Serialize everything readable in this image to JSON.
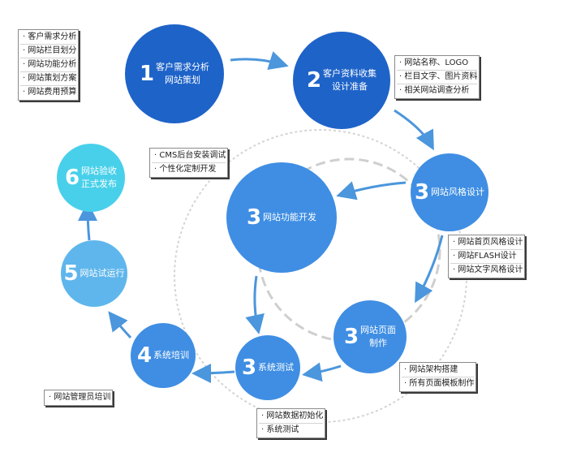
{
  "colors": {
    "dark_blue": "#1e63c8",
    "mid_blue": "#3f8ee3",
    "light_blue": "#5fb6ec",
    "cyan": "#48d0ea",
    "arrow": "#4b96dc",
    "ring": "#c9c9c9"
  },
  "steps": {
    "s1": {
      "num": "1",
      "line1": "客户需求分析",
      "line2": "网站策划"
    },
    "s2": {
      "num": "2",
      "line1": "客户资料收集",
      "line2": "设计准备"
    },
    "s3a": {
      "num": "3",
      "line1": "网站风格设计"
    },
    "s3b": {
      "num": "3",
      "line1": "网站页面",
      "line2": "制作"
    },
    "s3c": {
      "num": "3",
      "line1": "系统测试"
    },
    "s3d": {
      "num": "3",
      "line1": "网站功能开发"
    },
    "s4": {
      "num": "4",
      "line1": "系统培训"
    },
    "s5": {
      "num": "5",
      "line1": "网站试运行"
    },
    "s6": {
      "num": "6",
      "line1": "网站验收",
      "line2": "正式发布"
    }
  },
  "boxes": {
    "b1": [
      "客户需求分析",
      "网站栏目划分",
      "网站功能分析",
      "网站策划方案",
      "网站费用预算"
    ],
    "b2": [
      "网站名称、LOGO",
      "栏目文字、图片资料",
      "相关网站调查分析"
    ],
    "b3": [
      "CMS后台安装调试",
      "个性化定制开发"
    ],
    "b4": [
      "网站首页风格设计",
      "网站FLASH设计",
      "网站文字风格设计"
    ],
    "b5": [
      "网站架构搭建",
      "所有页面模板制作"
    ],
    "b6": [
      "网站数据初始化",
      "系统测试"
    ],
    "b7": [
      "网站管理员培训"
    ]
  }
}
